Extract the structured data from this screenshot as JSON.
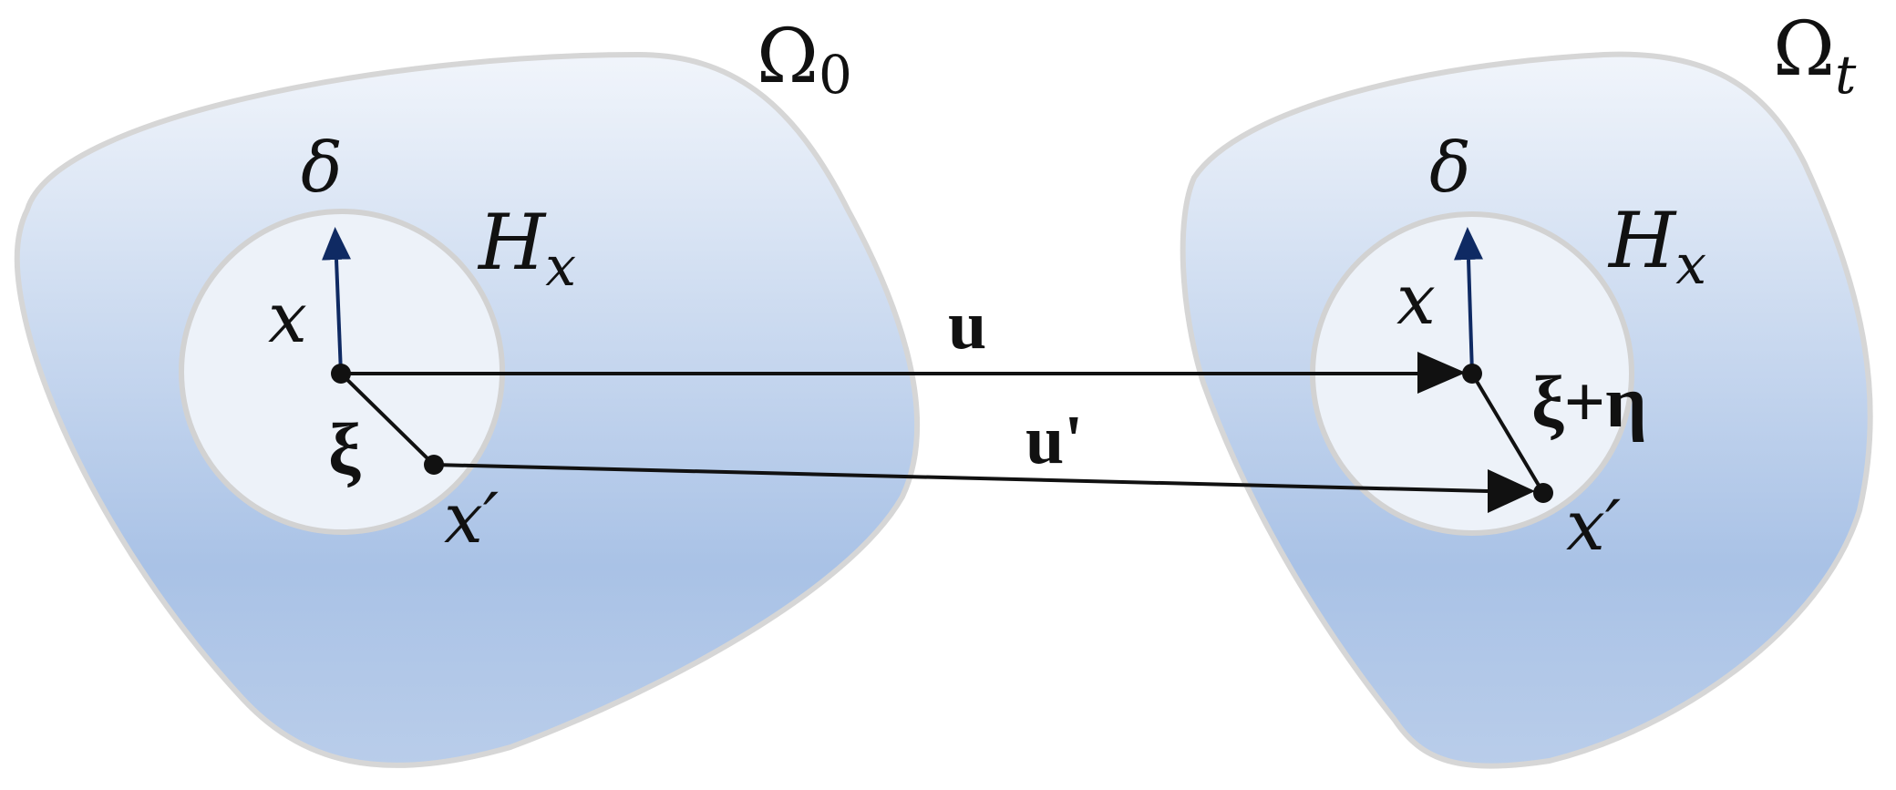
{
  "colors": {
    "region_top": "#f1f5fb",
    "region_mid": "#a9c2e6",
    "region_bottom": "#b9cdea",
    "region_outline": "#d6d6d6",
    "horizon_fill": "#edf2f9",
    "horizon_outline": "#d2d2d2",
    "delta_arrow": "#0f2a63",
    "line": "#111111"
  },
  "left": {
    "domain_symbol": "Ω",
    "domain_subscript": "0",
    "delta_label": "δ",
    "horizon_main": "H",
    "horizon_sub": "x",
    "point_label": "x",
    "bond_label": "ξ",
    "neighbor_label": "x′"
  },
  "right": {
    "domain_symbol": "Ω",
    "domain_subscript": "t",
    "delta_label": "δ",
    "horizon_main": "H",
    "horizon_sub": "x",
    "point_label": "x",
    "bond_label": "ξ+η",
    "neighbor_label": "x′"
  },
  "displacement_label": "u",
  "displacement_prime_label": "u'"
}
